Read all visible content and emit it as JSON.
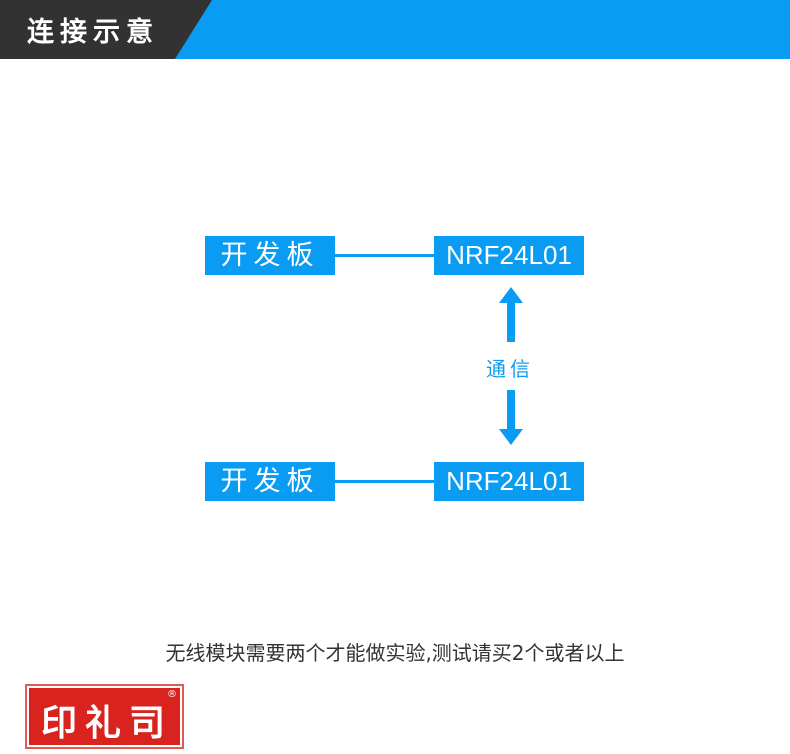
{
  "header": {
    "title": "连接示意"
  },
  "diagram": {
    "top": {
      "board": "开发板",
      "module": "NRF24L01"
    },
    "bottom": {
      "board": "开发板",
      "module": "NRF24L01"
    },
    "link_label": "通信"
  },
  "note": "无线模块需要两个才能做实验,测试请买2个或者以上",
  "logo": {
    "text": "印礼司",
    "reg": "®"
  },
  "colors": {
    "accent": "#0a9cf2",
    "dark": "#323232",
    "logo_red": "#d8231f"
  }
}
